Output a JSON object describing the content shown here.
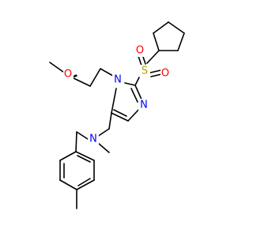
{
  "molecule": {
    "atoms": {
      "sulfonyl_s": {
        "symbol": "S",
        "color": "#B8A100"
      },
      "sulfonyl_o_upper": {
        "symbol": "O",
        "color": "#FF0000"
      },
      "sulfonyl_o_lower": {
        "symbol": "O",
        "color": "#FF0000"
      },
      "ring_n1": {
        "symbol": "N",
        "color": "#0000FF"
      },
      "ring_n3": {
        "symbol": "N",
        "color": "#0000FF"
      },
      "methoxy_o": {
        "symbol": "O",
        "color": "#FF0000"
      },
      "amine_n": {
        "symbol": "N",
        "color": "#0000FF"
      }
    },
    "bond_color": "#000000",
    "background": "#FFFFFF"
  }
}
